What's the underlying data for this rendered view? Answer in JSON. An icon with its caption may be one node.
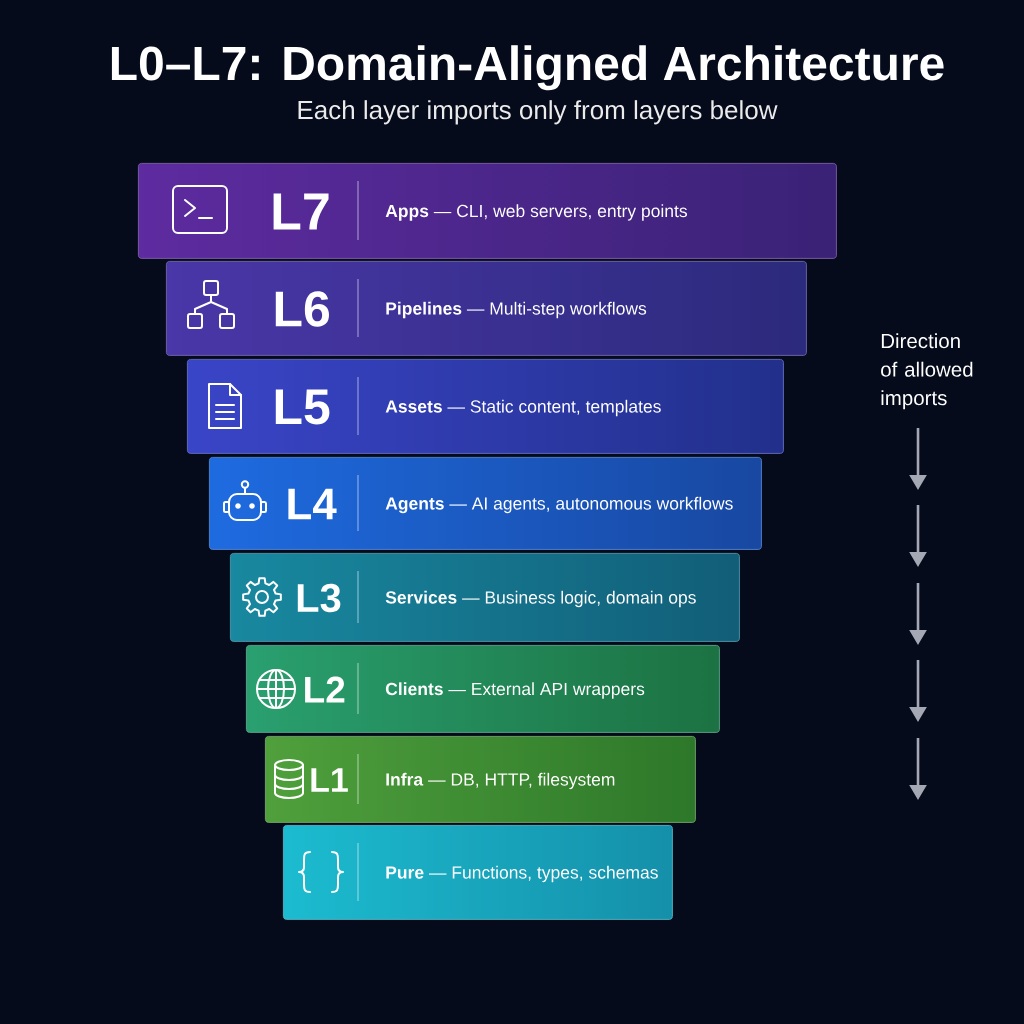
{
  "diagram": {
    "title": "L0–L7: Domain-Aligned Architecture",
    "nodes": [
      {
        "text": [
          "L7",
          "**Apps** — CLI, web servers, entry points"
        ]
      },
      {
        "text": [
          "L6",
          "**Pipelines** — Multi-step workflows"
        ]
      },
      {
        "text": [
          "L5",
          "**Assets** — Static content, templates"
        ]
      },
      {
        "text": [
          "L4",
          "**Agents** — AI agents, autonomous workflows"
        ]
      },
      {
        "text": [
          "L3",
          "**Services** — Business logic, domain ops"
        ]
      },
      {
        "text": [
          "L2",
          "**Clients** — External API wrappers"
        ]
      },
      {
        "text": [
          "L1",
          "**Infra** — DB, HTTP, filesystem"
        ]
      },
      {
        "text": [
          "**Pure** — Functions, types, schemas"
        ]
      }
    ],
    "labels": [
      "Each layer imports only from layers below",
      "Direction of allowed imports"
    ]
  }
}
